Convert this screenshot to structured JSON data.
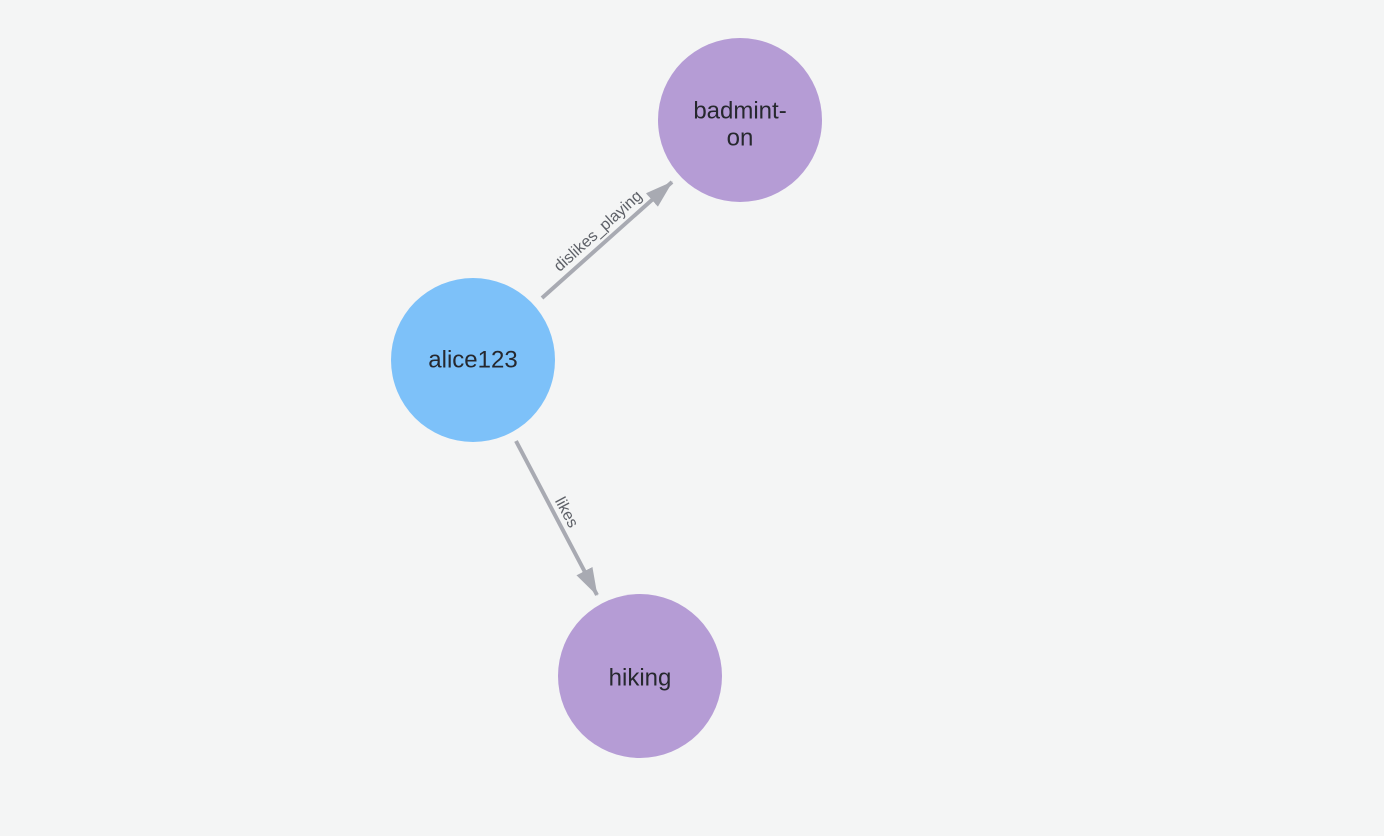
{
  "canvas": {
    "background": "#f4f5f5"
  },
  "style": {
    "edge_color": "#a8aab2",
    "edge_label_color": "#5d6067",
    "node_label_color": "#26282e"
  },
  "graph": {
    "nodes": [
      {
        "id": "alice123",
        "label": "alice123",
        "lines": [
          "alice123"
        ],
        "color": "#7dc1f9"
      },
      {
        "id": "badminton",
        "label": "badminton",
        "lines": [
          "badmint-",
          "on"
        ],
        "color": "#b59cd5"
      },
      {
        "id": "hiking",
        "label": "hiking",
        "lines": [
          "hiking"
        ],
        "color": "#b59cd5"
      }
    ],
    "edges": [
      {
        "from": "alice123",
        "to": "badminton",
        "label": "dislikes_playing"
      },
      {
        "from": "alice123",
        "to": "hiking",
        "label": "likes"
      }
    ]
  }
}
